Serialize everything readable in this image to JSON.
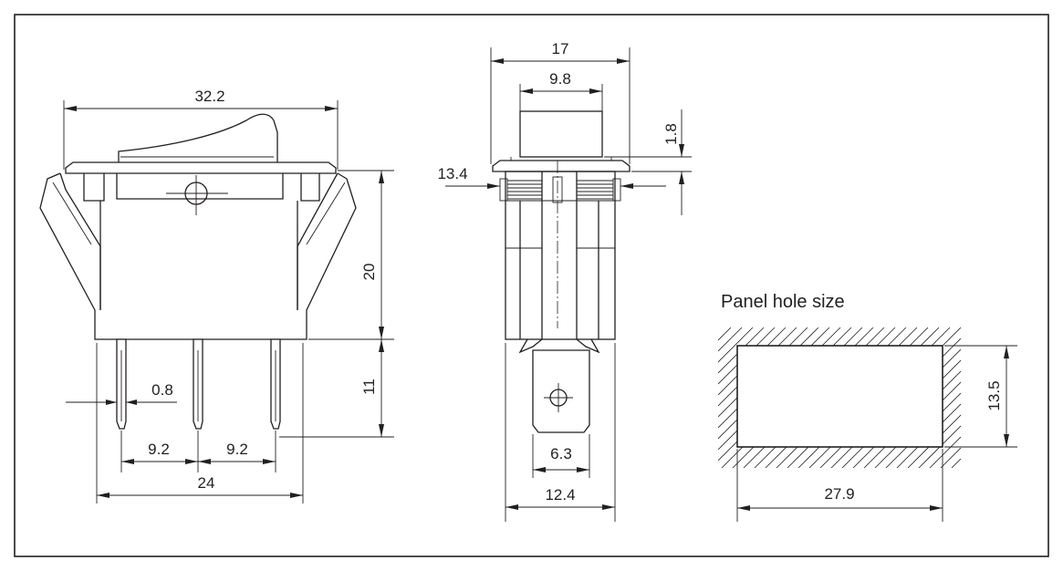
{
  "dimensions": {
    "front_width": "32.2",
    "body_height": "20",
    "terminal_length": "11",
    "terminal_thickness": "0.8",
    "pitch_left": "9.2",
    "pitch_right": "9.2",
    "terminal_span": "24",
    "side_flange_width": "17",
    "rocker_width": "9.8",
    "rocker_height": "1.8",
    "panel_thickness_range": "13.4",
    "terminal_width": "6.3",
    "body_depth": "12.4",
    "hole_width": "27.9",
    "hole_height": "13.5"
  },
  "panel_hole": {
    "label": "Panel hole size"
  }
}
